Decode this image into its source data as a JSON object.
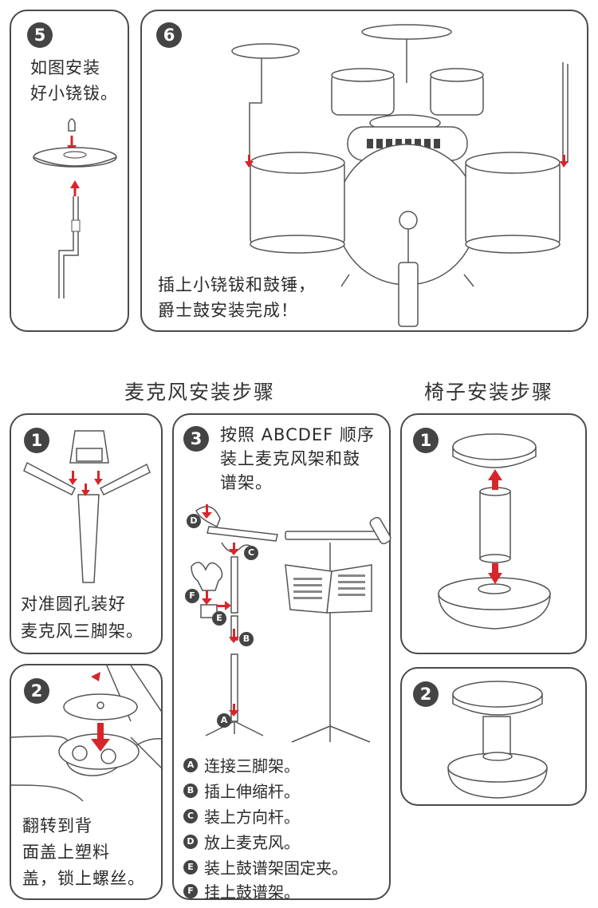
{
  "top": {
    "step5": {
      "num": "5",
      "text": [
        "如图安装",
        "好小铙钹。"
      ]
    },
    "step6": {
      "num": "6",
      "text": [
        "插上小铙钹和鼓锤，",
        "爵士鼓安装完成！"
      ]
    }
  },
  "mic_section": {
    "heading": "麦克风安装步骤",
    "step1": {
      "num": "1",
      "text": [
        "对准圆孔装好",
        "麦克风三脚架。"
      ]
    },
    "step2": {
      "num": "2",
      "text": [
        "翻转到背",
        "面盖上塑料",
        "盖，锁上螺丝。"
      ]
    },
    "step3": {
      "num": "3",
      "text": [
        "按照 ABCDEF 顺序",
        "装上麦克风架和鼓",
        "谱架。"
      ],
      "labels": [
        "D",
        "C",
        "F",
        "E",
        "B",
        "A"
      ],
      "legend": [
        {
          "key": "A",
          "text": "连接三脚架。"
        },
        {
          "key": "B",
          "text": "插上伸缩杆。"
        },
        {
          "key": "C",
          "text": "装上方向杆。"
        },
        {
          "key": "D",
          "text": "放上麦克风。"
        },
        {
          "key": "E",
          "text": "装上鼓谱架固定夹。"
        },
        {
          "key": "F",
          "text": "挂上鼓谱架。"
        }
      ]
    }
  },
  "chair_section": {
    "heading": "椅子安装步骤",
    "step1": {
      "num": "1"
    },
    "step2": {
      "num": "2"
    }
  },
  "colors": {
    "arrow": "#d7262b",
    "line": "#555555",
    "badge": "#444444"
  }
}
